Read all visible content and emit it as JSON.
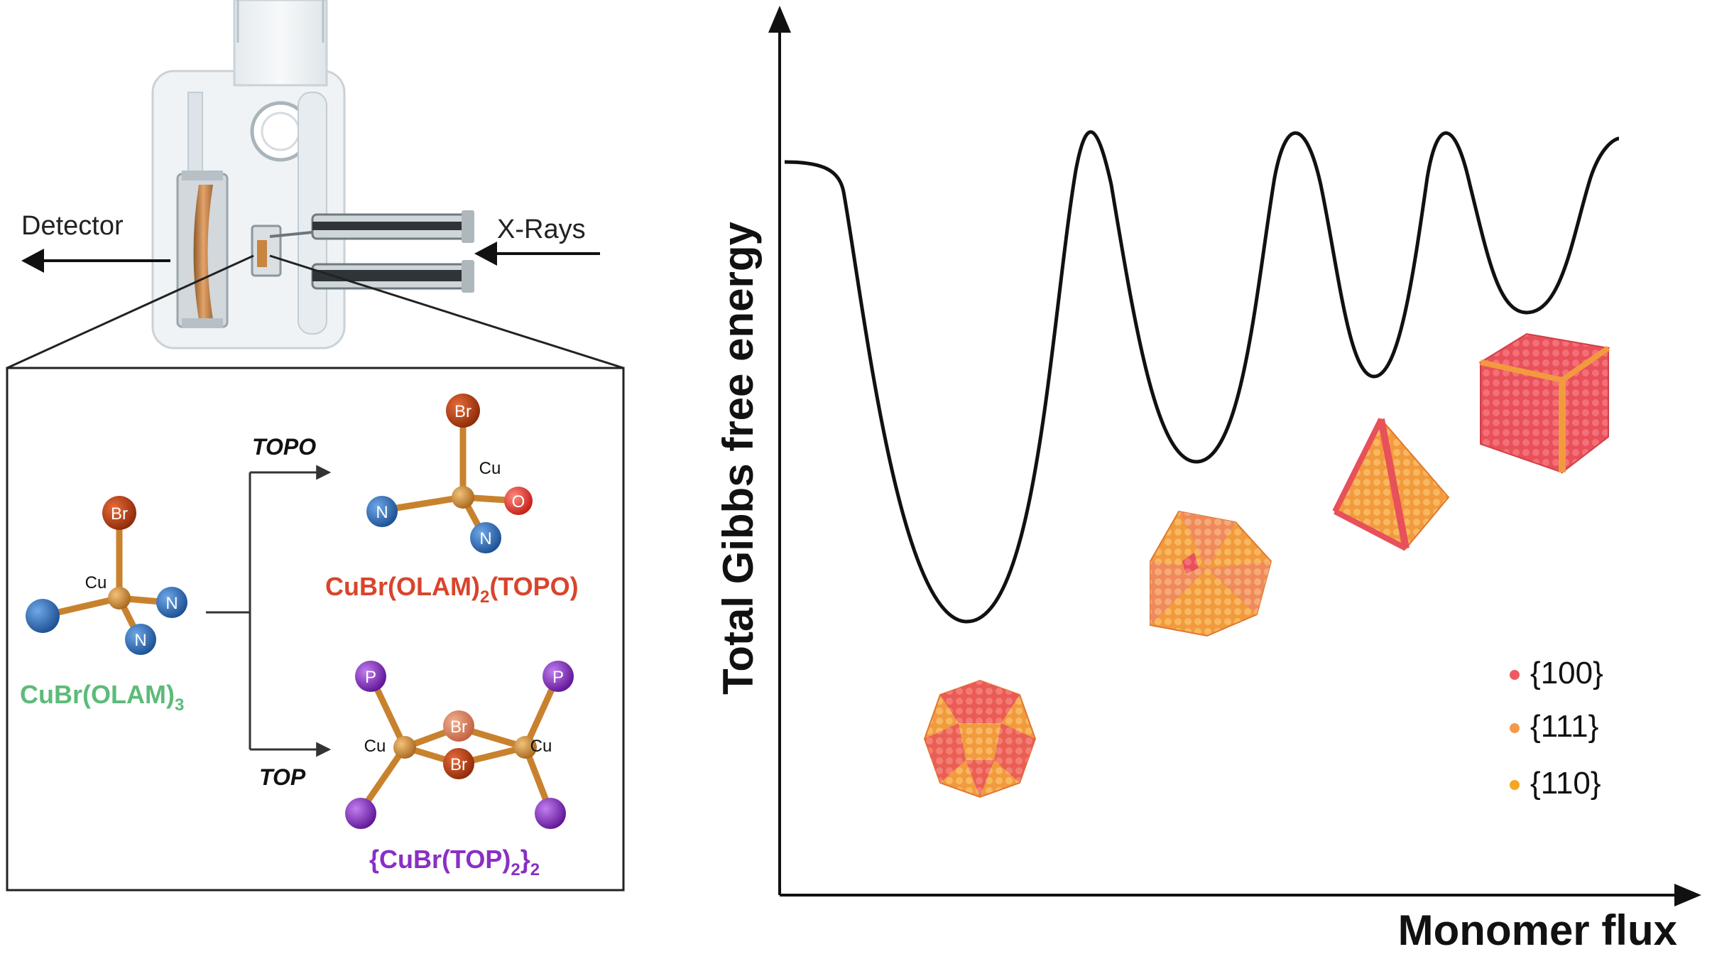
{
  "setup": {
    "detector_label": "Detector",
    "xray_label": "X-Rays"
  },
  "reaction": {
    "topo_label": "TOPO",
    "top_label": "TOP",
    "precursor": {
      "name": "CuBr(OLAM)",
      "sub": "3",
      "color": "#5dbb7a"
    },
    "product_topo": {
      "name_a": "CuBr(OLAM)",
      "sub_a": "2",
      "name_b": "(TOPO)",
      "color": "#d8452c"
    },
    "product_top": {
      "name_a": "{CuBr(TOP)",
      "sub_a": "2",
      "name_b": "}",
      "sub_b": "2",
      "color": "#8a2fc4"
    },
    "atoms": {
      "cu": "Cu",
      "br": "Br",
      "n": "N",
      "o": "O",
      "p": "P"
    },
    "colors": {
      "cu": "#c8822e",
      "br": "#b83a12",
      "n": "#2a66b0",
      "o": "#e0302a",
      "p": "#8b2cc8"
    }
  },
  "energy_diagram": {
    "y_axis_label": "Total Gibbs free energy",
    "x_axis_label": "Monomer flux",
    "legend": [
      {
        "label": "{100}",
        "color": "#ee5a63"
      },
      {
        "label": "{111}",
        "color": "#f39a4a"
      },
      {
        "label": "{110}",
        "color": "#f5a623"
      }
    ]
  }
}
